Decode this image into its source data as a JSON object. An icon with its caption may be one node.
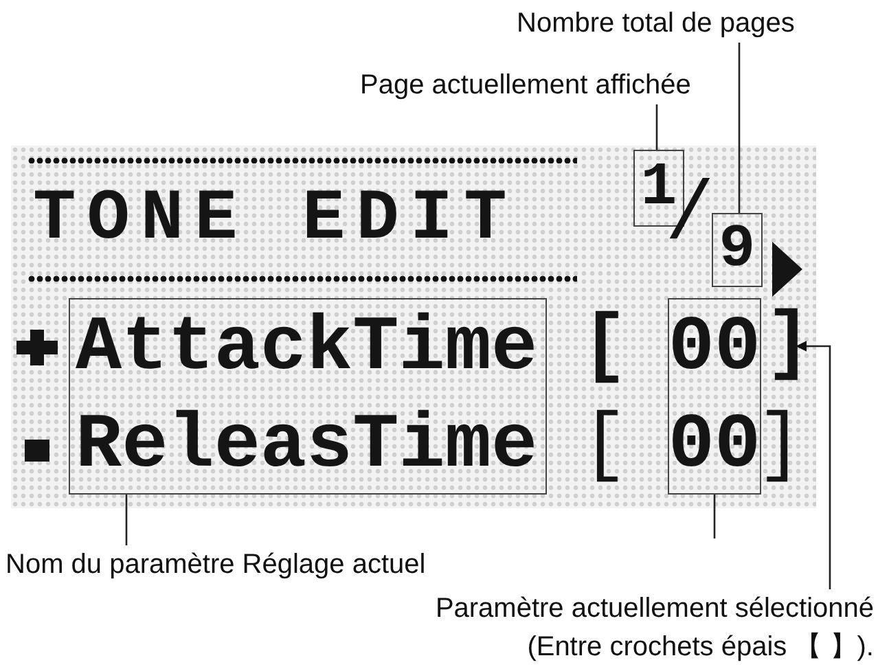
{
  "diagram": {
    "nodes": [
      {
        "text": [
          "Nombre total de pages"
        ]
      },
      {
        "text": [
          "Page actuellement affichée"
        ]
      },
      {
        "text": [
          "TONE EDIT"
        ]
      },
      {
        "text": [
          "1"
        ],
        "in": 2
      },
      {
        "text": [
          "9"
        ],
        "in": 2
      },
      {
        "text": [
          "AttackTime",
          "ReleasTime"
        ],
        "in": 2
      },
      {
        "text": [
          "00",
          "00"
        ],
        "in": 2
      },
      {
        "text": [
          "]"
        ],
        "in": 2
      },
      {
        "text": [
          "Nom du paramètre Réglage actuel"
        ]
      },
      {
        "text": [
          "Paramètre actuellement sélectionné (Entre crochets épais 【 】)."
        ]
      }
    ],
    "edges": [
      {
        "from": 0,
        "to": 4,
        "arrow": "none"
      },
      {
        "from": 1,
        "to": 3,
        "arrow": "none"
      },
      {
        "from": 8,
        "to": 5,
        "arrow": "none"
      },
      {
        "from": null,
        "to": 6,
        "arrow": "none"
      },
      {
        "from": 9,
        "to": 7,
        "arrow": "to"
      }
    ],
    "labels": [
      "/",
      "[",
      "[",
      "]"
    ]
  }
}
